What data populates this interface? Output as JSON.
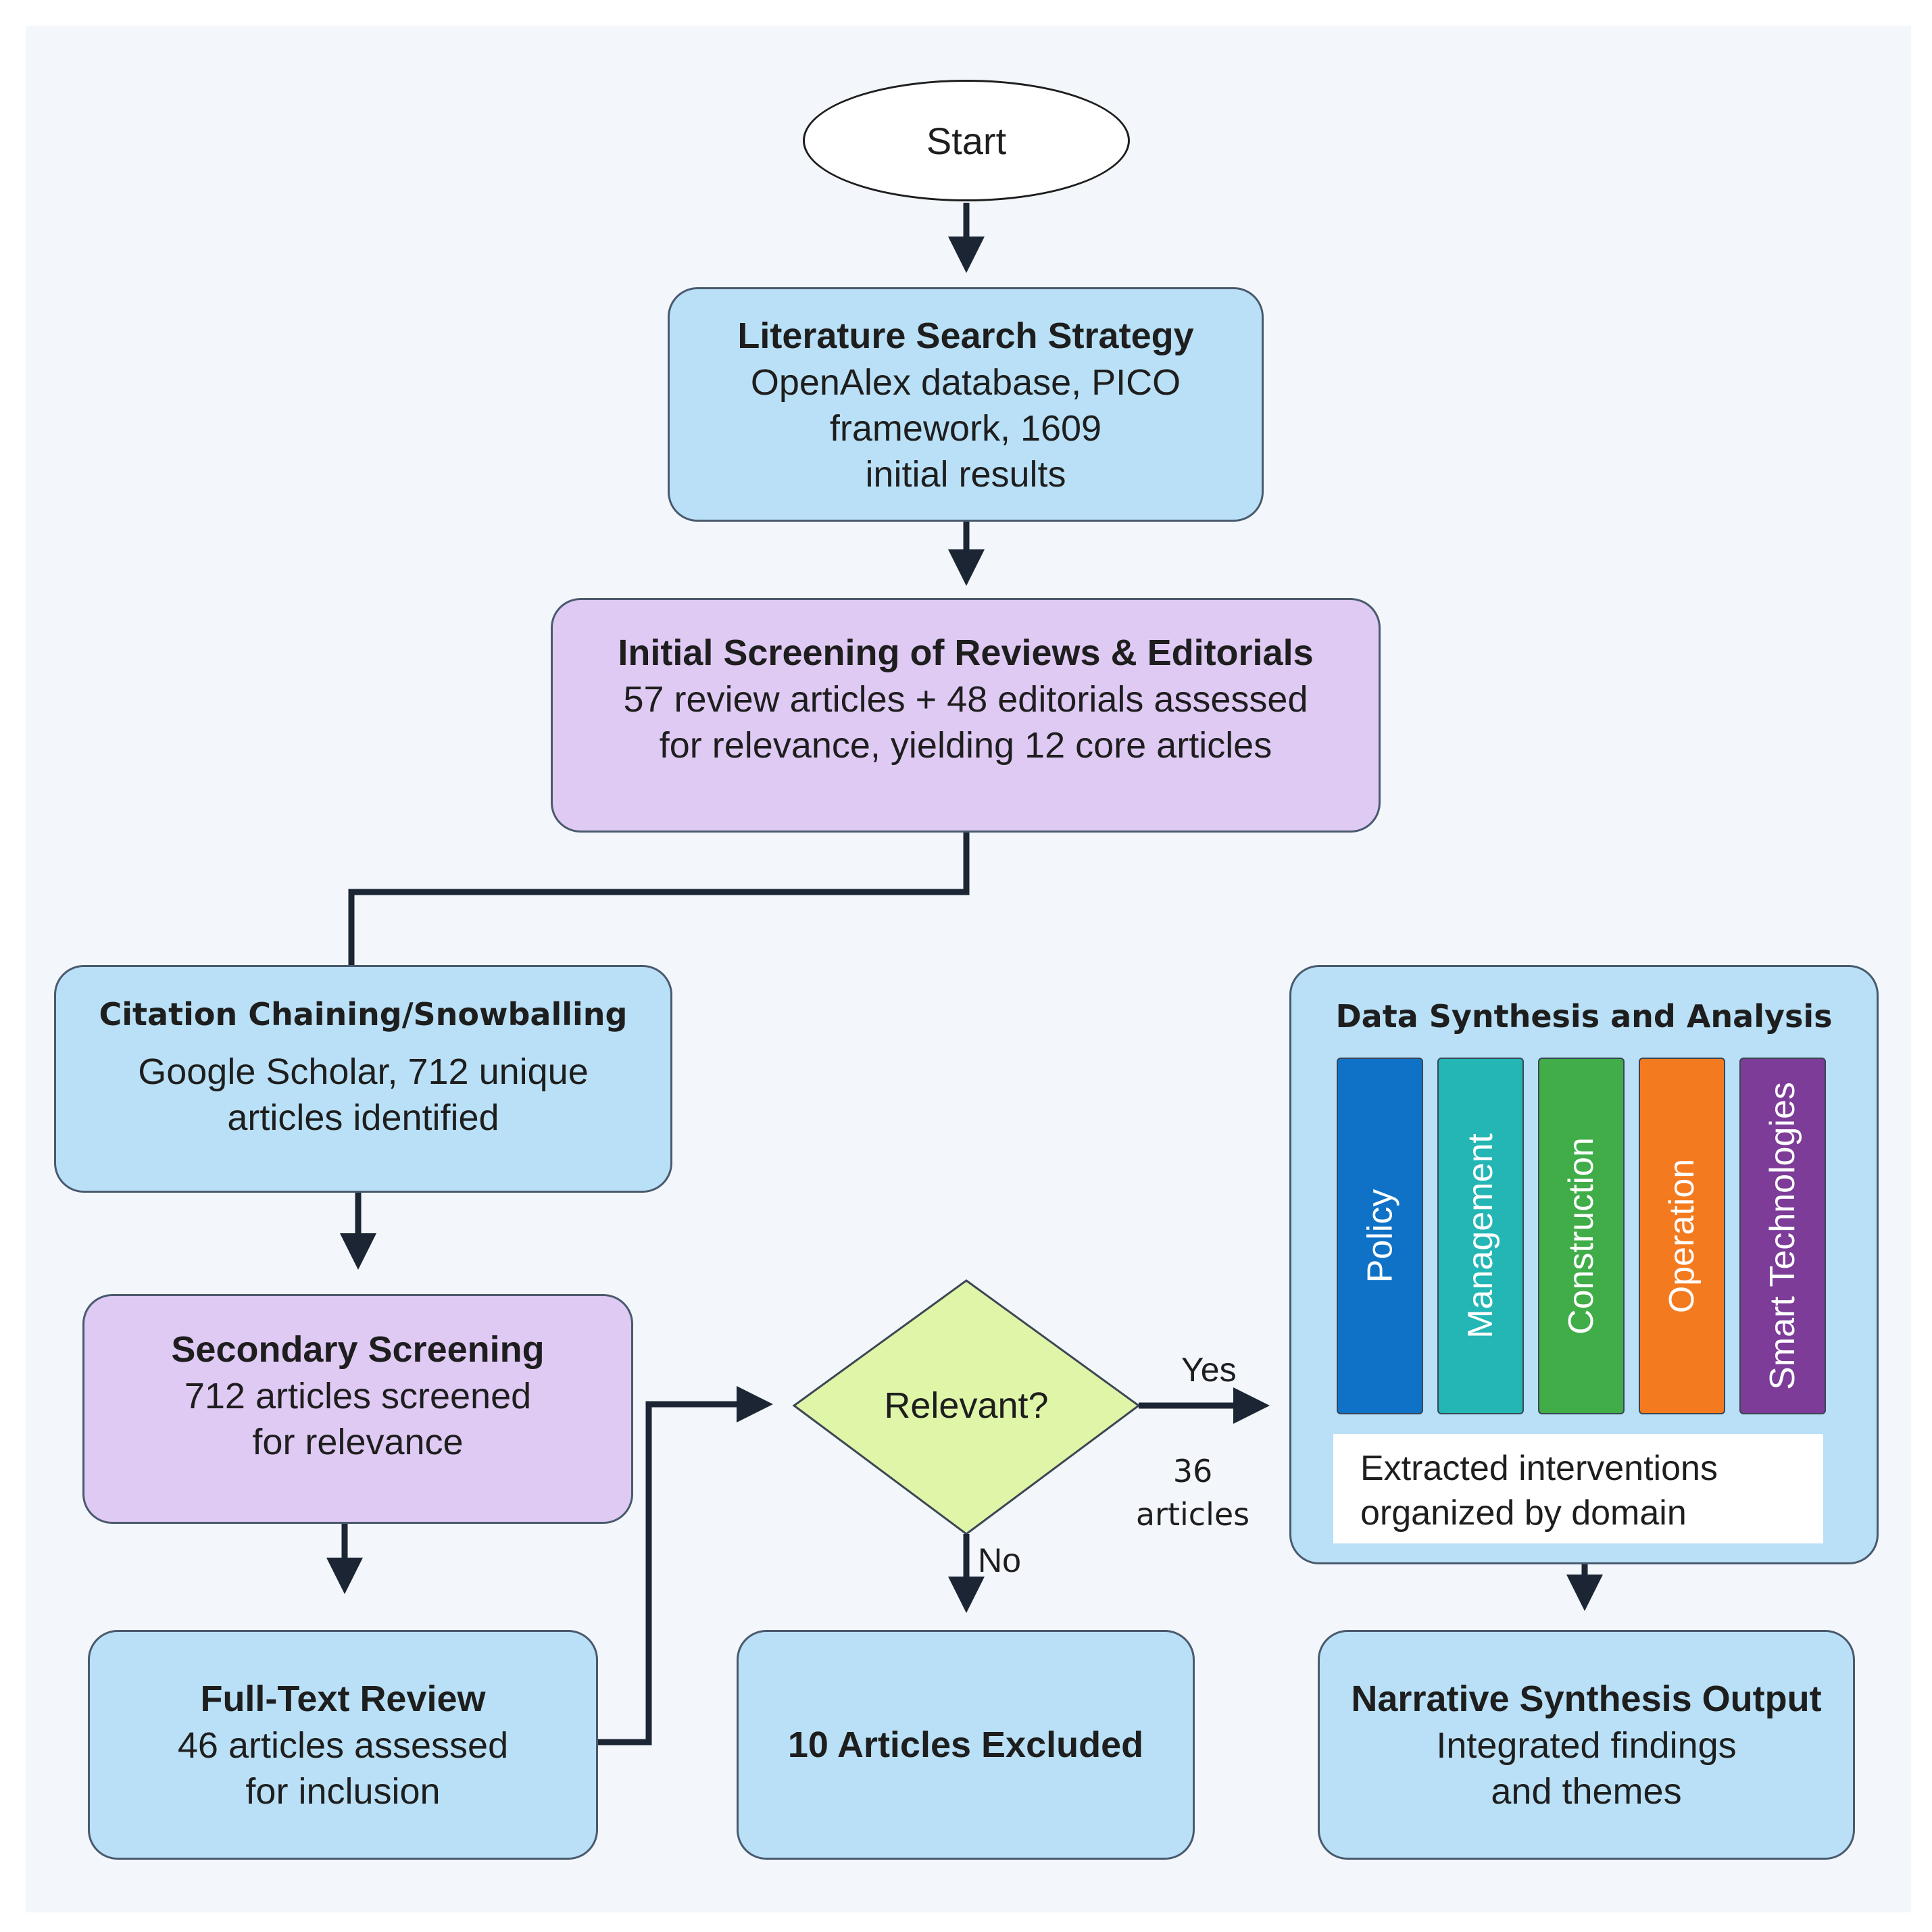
{
  "start": "Start",
  "steps": {
    "literature_search": {
      "title": "Literature Search Strategy",
      "body": "OpenAlex database, PICO\nframework, 1609\ninitial results"
    },
    "initial_screening": {
      "title": "Initial Screening of Reviews & Editorials",
      "body": "57 review articles + 48 editorials assessed\nfor relevance, yielding 12 core articles"
    },
    "citation_chaining": {
      "title": "Citation Chaining/Snowballing",
      "body": "Google Scholar, 712 unique\narticles identified"
    },
    "secondary_screening": {
      "title": "Secondary Screening",
      "body": "712 articles screened\nfor relevance"
    },
    "full_text_review": {
      "title": "Full-Text Review",
      "body": "46 articles assessed\nfor inclusion"
    },
    "excluded": {
      "title": "10 Articles Excluded"
    },
    "narrative_output": {
      "title": "Narrative Synthesis Output",
      "body": "Integrated findings\nand themes"
    }
  },
  "decision": {
    "question": "Relevant?",
    "yes": "Yes",
    "no": "No",
    "yes_count_number": "36",
    "yes_count_unit": "articles"
  },
  "synthesis": {
    "title": "Data Synthesis and Analysis",
    "domains": [
      {
        "label": "Policy",
        "color": "#0f72c6"
      },
      {
        "label": "Management",
        "color": "#23b6b4"
      },
      {
        "label": "Construction",
        "color": "#40ad48"
      },
      {
        "label": "Operation",
        "color": "#f47a20"
      },
      {
        "label": "Smart Technologies",
        "color": "#7d3c98"
      }
    ],
    "extracted": "Extracted interventions\norganized by domain"
  },
  "colors": {
    "box_blue": "#b9e0f6",
    "box_purple": "#dfcaf4",
    "decision_fill": "#dff5a8",
    "arrow": "#1c2533"
  }
}
